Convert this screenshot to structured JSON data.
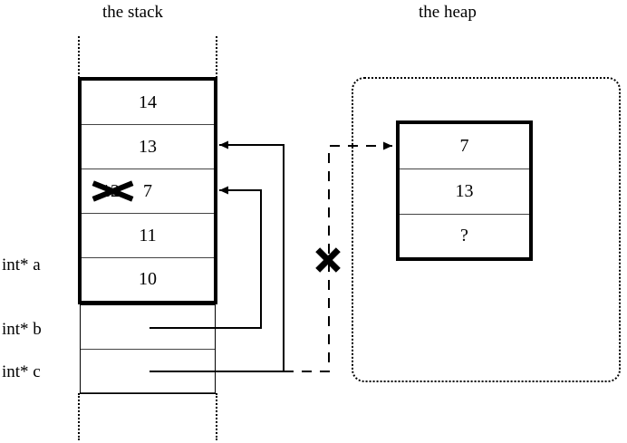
{
  "titles": {
    "stack": "the stack",
    "heap": "the heap"
  },
  "stack": {
    "allocated_cells": [
      {
        "value": "14"
      },
      {
        "value": "13"
      },
      {
        "value": "12",
        "replaced_by": "7",
        "struck": true
      },
      {
        "value": "11"
      },
      {
        "value": "10"
      }
    ],
    "free_cells": [
      {
        "value": ""
      },
      {
        "value": ""
      },
      {
        "value": ""
      }
    ],
    "variables": [
      {
        "name": "int* a"
      },
      {
        "name": "int* b"
      },
      {
        "name": "int* c"
      }
    ]
  },
  "heap": {
    "block_cells": [
      {
        "value": "7"
      },
      {
        "value": "13"
      },
      {
        "value": "?"
      }
    ]
  },
  "annotations": {
    "invalid_pointer_mark": "✕",
    "struck_value_mark": "✕"
  },
  "colors": {
    "ink": "#000000",
    "background": "#ffffff",
    "cell_divider": "#444444"
  }
}
